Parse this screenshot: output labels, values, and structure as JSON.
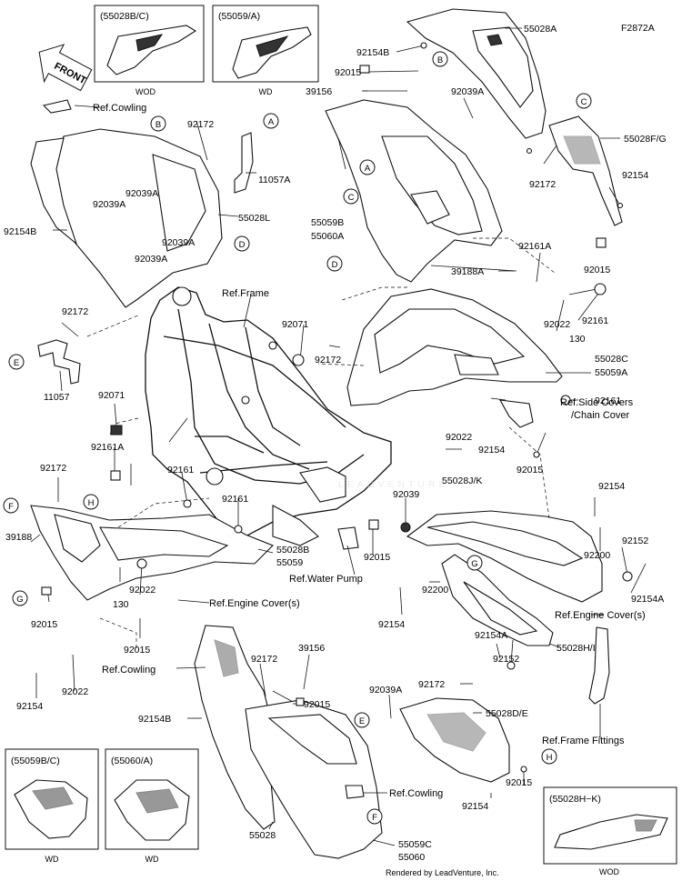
{
  "diagram": {
    "figure_code": "F2872A",
    "footer": "Rendered by LeadVenture, Inc.",
    "watermark": "LEADVENTURE",
    "front_arrow_label": "FRONT"
  },
  "insets": [
    {
      "code": "(55028B/C)",
      "caption": "WOD"
    },
    {
      "code": "(55059/A)",
      "caption": "WD"
    },
    {
      "code": "(55059B/C)",
      "caption": "WD"
    },
    {
      "code": "(55060/A)",
      "caption": "WD"
    },
    {
      "code": "(55028H~K)",
      "caption": "WOD"
    }
  ],
  "callouts": [
    "A",
    "B",
    "C",
    "D",
    "E",
    "F",
    "G",
    "H"
  ],
  "labels": {
    "p55028A": "55028A",
    "p92154B_top": "92154B",
    "p92015_top": "92015",
    "p39156_top": "39156",
    "p92039A_top": "92039A",
    "p55028FG": "55028F/G",
    "p92172_r1": "92172",
    "p92154_r1": "92154",
    "p55059B": "55059B",
    "p55060A": "55060A",
    "p92161A_r": "92161A",
    "p39188A": "39188A",
    "p92015_r1": "92015",
    "p92161_r1": "92161",
    "p92022_r1": "92022",
    "p130_r": "130",
    "p55028C": "55028C",
    "p55059A": "55059A",
    "p92161_r2": "92161",
    "p92172_mid": "92172",
    "p92071_mid": "92071",
    "p92154_mid": "92154",
    "p92022_mid": "92022",
    "p92015_mid": "92015",
    "p55028JK": "55028J/K",
    "p92154_rr": "92154",
    "p92039_mid": "92039",
    "p92200_a": "92200",
    "p92152_a": "92152",
    "p92154A_a": "92154A",
    "p92200_b": "92200",
    "p92154_b": "92154",
    "p92154A_b": "92154A",
    "p92152_b": "92152",
    "p55028HI": "55028H/I",
    "p92172_l1": "92172",
    "p92039A_l1": "92039A",
    "p11057A": "11057A",
    "p92039A_l2": "92039A",
    "p55028L": "55028L",
    "p92039A_l3": "92039A",
    "p92039A_l4": "92039A",
    "p92154B_l": "92154B",
    "p92172_l2": "92172",
    "p11057": "11057",
    "p92071_l": "92071",
    "p92161A_l": "92161A",
    "p92172_l3": "92172",
    "p39188": "39188",
    "p92161_l1": "92161",
    "p92161_l2": "92161",
    "p55028B": "55028B",
    "p55059": "55059",
    "p92022_l": "92022",
    "p130_l": "130",
    "p92015_l1": "92015",
    "p92015_l2": "92015",
    "p92022_l2": "92022",
    "p92154_l": "92154",
    "p92015_wp": "92015",
    "p92172_b": "92172",
    "p39156_b": "39156",
    "p92015_b": "92015",
    "p92154B_b": "92154B",
    "p92039A_b": "92039A",
    "p92172_b2": "92172",
    "p55028DE": "55028D/E",
    "p92015_b2": "92015",
    "p92154_b2": "92154",
    "p55028": "55028",
    "p55059C": "55059C",
    "p55060": "55060"
  },
  "refs": {
    "cowling_top": "Ref.Cowling",
    "frame": "Ref.Frame",
    "side_covers": "Ref.Side Covers",
    "chain_cover": "/Chain Cover",
    "water_pump": "Ref.Water Pump",
    "engine_cover_l": "Ref.Engine Cover(s)",
    "engine_cover_r": "Ref.Engine Cover(s)",
    "cowling_l": "Ref.Cowling",
    "frame_fittings": "Ref.Frame Fittings",
    "cowling_b": "Ref.Cowling"
  }
}
